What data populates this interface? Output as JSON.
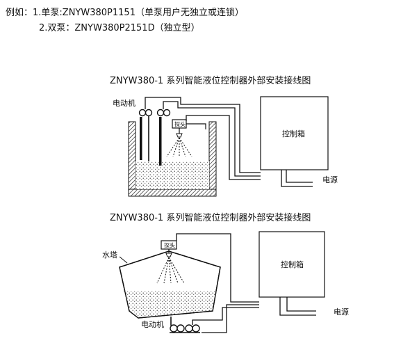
{
  "example": {
    "prefix": "例如：",
    "line1": "1.单泵:ZNYW380P1151（单泵用户无独立或连锁）",
    "line2": "2.双泵：ZNYW380P2151D（独立型）"
  },
  "diagram1": {
    "title": "ZNYW380-1 系列智能液位控制器外部安装接线图",
    "motor_label": "电动机",
    "probe_label": "探头",
    "box_label": "控制箱",
    "power_label": "电源"
  },
  "diagram2": {
    "title": "ZNYW380-1 系列智能液位控制器外部安装接线图",
    "tower_label": "水塔",
    "probe_label": "探头",
    "box_label": "控制箱",
    "motor_label": "电动机",
    "power_label": "电源"
  }
}
